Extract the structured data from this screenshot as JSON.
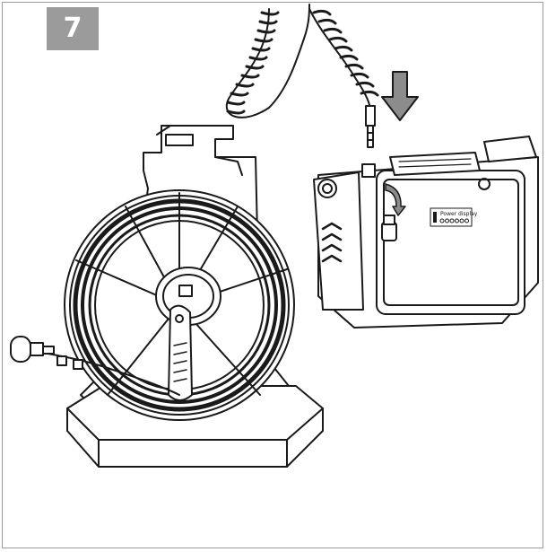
{
  "step": {
    "number": "7"
  },
  "device": {
    "power_label": "Power display",
    "battery_dots": 6
  },
  "colors": {
    "badge_bg": "#9b9b9b",
    "badge_text": "#ffffff",
    "line": "#1a1a1a",
    "arrow_fill": "#8c8c8c"
  },
  "icons": [
    "down-arrow-icon",
    "rotate-arrow-icon"
  ]
}
